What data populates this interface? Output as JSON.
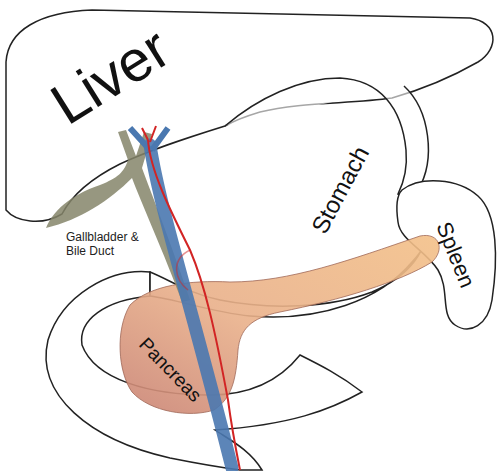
{
  "diagram": {
    "nodes": [
      {
        "text": [
          "Liver"
        ]
      },
      {
        "text": [
          "Stomach"
        ]
      },
      {
        "text": [
          "Spleen"
        ]
      },
      {
        "text": [
          "Pancreas"
        ]
      }
    ],
    "labels": [
      "Gallbladder & Bile Duct"
    ]
  }
}
